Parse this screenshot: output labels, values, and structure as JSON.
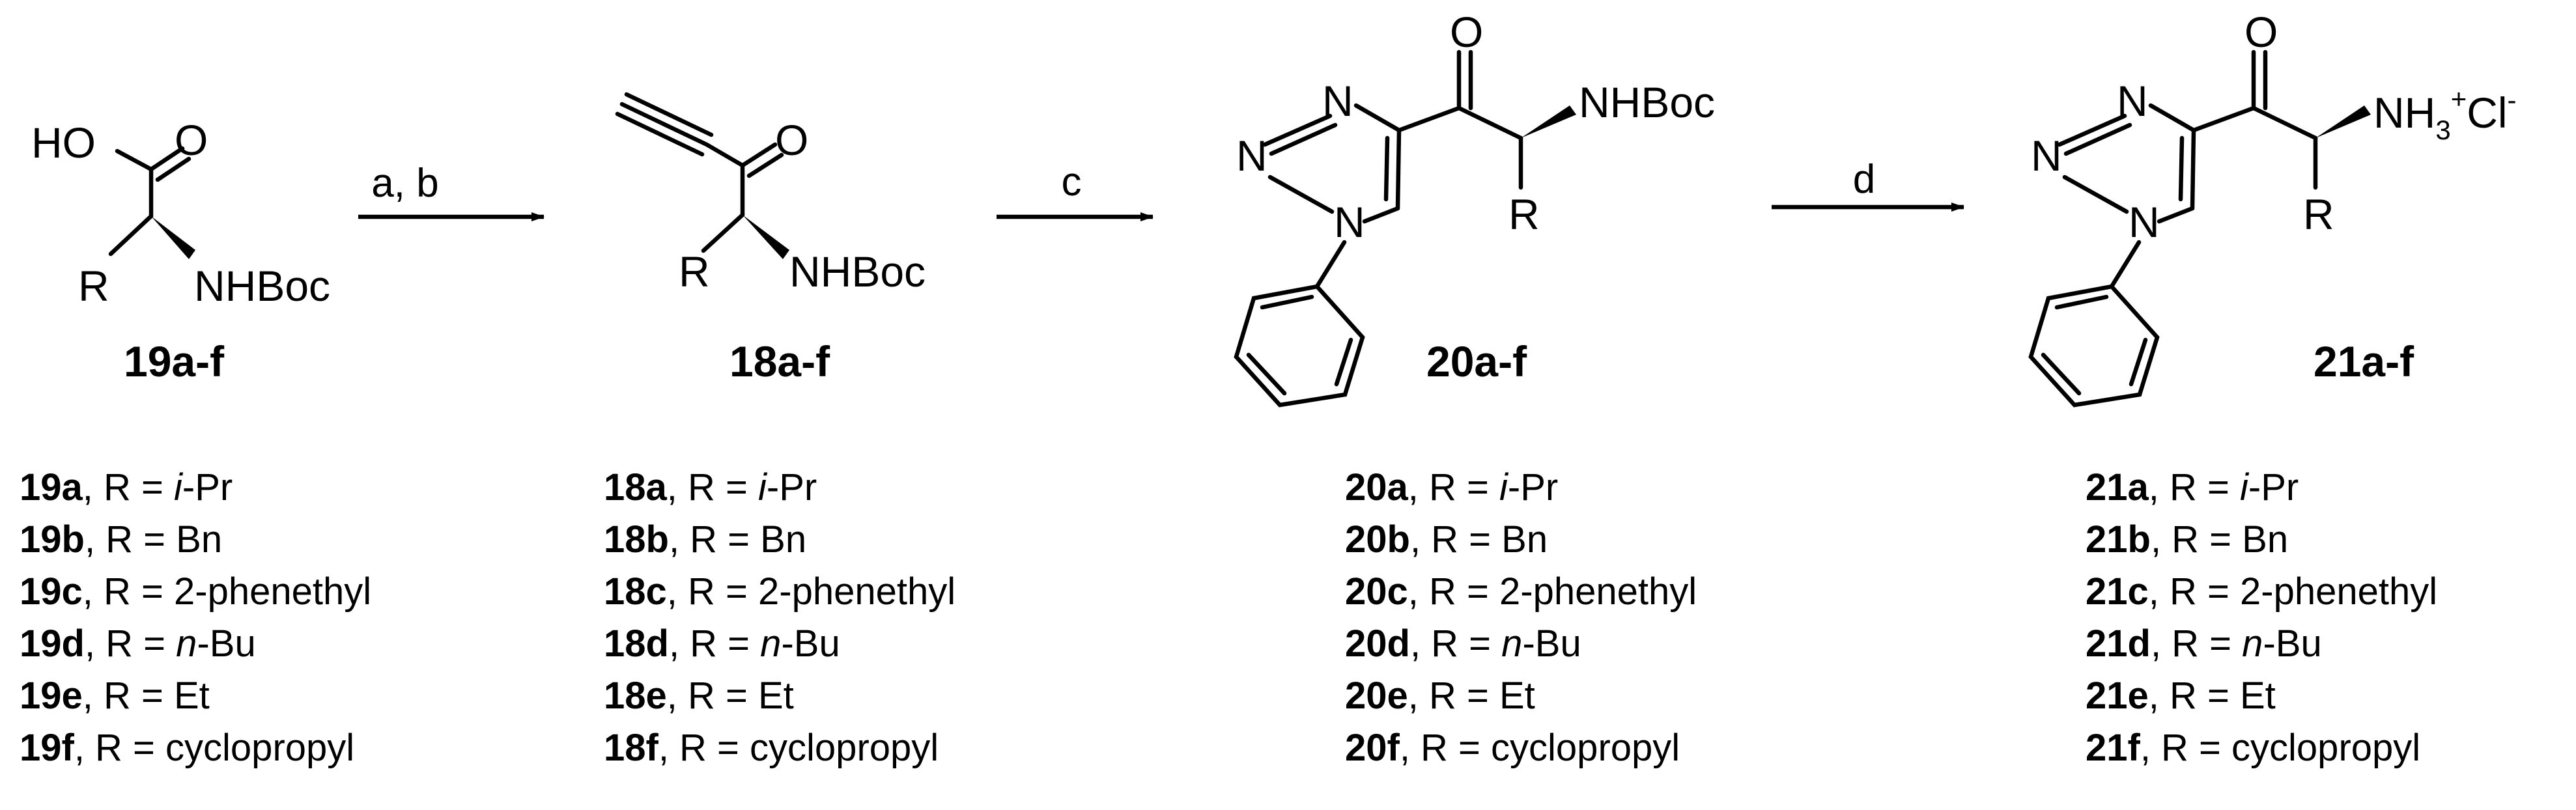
{
  "structures": {
    "s19": {
      "oh": "HO",
      "o": "O",
      "r": "R",
      "nh": "NHBoc",
      "label": "19a-f"
    },
    "s18": {
      "o": "O",
      "r": "R",
      "nh": "NHBoc",
      "label": "18a-f"
    },
    "s20": {
      "n1": "N",
      "n2": "N",
      "n3": "N",
      "o": "O",
      "nh": "NHBoc",
      "r": "R",
      "label": "20a-f"
    },
    "s21": {
      "n1": "N",
      "n2": "N",
      "n3": "N",
      "o": "O",
      "nh": "NH",
      "nh_sub": "3",
      "nh_sup": "+",
      "cl": "Cl",
      "cl_sup": "-",
      "r": "R",
      "label": "21a-f"
    }
  },
  "reagents": {
    "step1": "a, b",
    "step2": "c",
    "step3": "d"
  },
  "lists": [
    {
      "id": "19",
      "items": [
        {
          "bold": "19a",
          "pre": ", R = ",
          "ital": "i",
          "post": "-Pr"
        },
        {
          "bold": "19b",
          "pre": ", R = Bn",
          "ital": "",
          "post": ""
        },
        {
          "bold": "19c",
          "pre": ", R = 2-phenethyl",
          "ital": "",
          "post": ""
        },
        {
          "bold": "19d",
          "pre": ", R = ",
          "ital": "n",
          "post": "-Bu"
        },
        {
          "bold": "19e",
          "pre": ", R = Et",
          "ital": "",
          "post": ""
        },
        {
          "bold": "19f",
          "pre": ", R = cyclopropyl",
          "ital": "",
          "post": ""
        }
      ]
    },
    {
      "id": "18",
      "items": [
        {
          "bold": "18a",
          "pre": ", R = ",
          "ital": "i",
          "post": "-Pr"
        },
        {
          "bold": "18b",
          "pre": ", R = Bn",
          "ital": "",
          "post": ""
        },
        {
          "bold": "18c",
          "pre": ", R = 2-phenethyl",
          "ital": "",
          "post": ""
        },
        {
          "bold": "18d",
          "pre": ", R = ",
          "ital": "n",
          "post": "-Bu"
        },
        {
          "bold": "18e",
          "pre": ", R = Et",
          "ital": "",
          "post": ""
        },
        {
          "bold": "18f",
          "pre": ", R = cyclopropyl",
          "ital": "",
          "post": ""
        }
      ]
    },
    {
      "id": "20",
      "items": [
        {
          "bold": "20a",
          "pre": ", R = ",
          "ital": "i",
          "post": "-Pr"
        },
        {
          "bold": "20b",
          "pre": ", R = Bn",
          "ital": "",
          "post": ""
        },
        {
          "bold": "20c",
          "pre": ", R = 2-phenethyl",
          "ital": "",
          "post": ""
        },
        {
          "bold": "20d",
          "pre": ", R = ",
          "ital": "n",
          "post": "-Bu"
        },
        {
          "bold": "20e",
          "pre": ", R = Et",
          "ital": "",
          "post": ""
        },
        {
          "bold": "20f",
          "pre": ", R = cyclopropyl",
          "ital": "",
          "post": ""
        }
      ]
    },
    {
      "id": "21",
      "items": [
        {
          "bold": "21a",
          "pre": ", R = ",
          "ital": "i",
          "post": "-Pr"
        },
        {
          "bold": "21b",
          "pre": ", R = Bn",
          "ital": "",
          "post": ""
        },
        {
          "bold": "21c",
          "pre": ", R = 2-phenethyl",
          "ital": "",
          "post": ""
        },
        {
          "bold": "21d",
          "pre": ", R = ",
          "ital": "n",
          "post": "-Bu"
        },
        {
          "bold": "21e",
          "pre": ", R = Et",
          "ital": "",
          "post": ""
        },
        {
          "bold": "21f",
          "pre": ", R = cyclopropyl",
          "ital": "",
          "post": ""
        }
      ]
    }
  ]
}
